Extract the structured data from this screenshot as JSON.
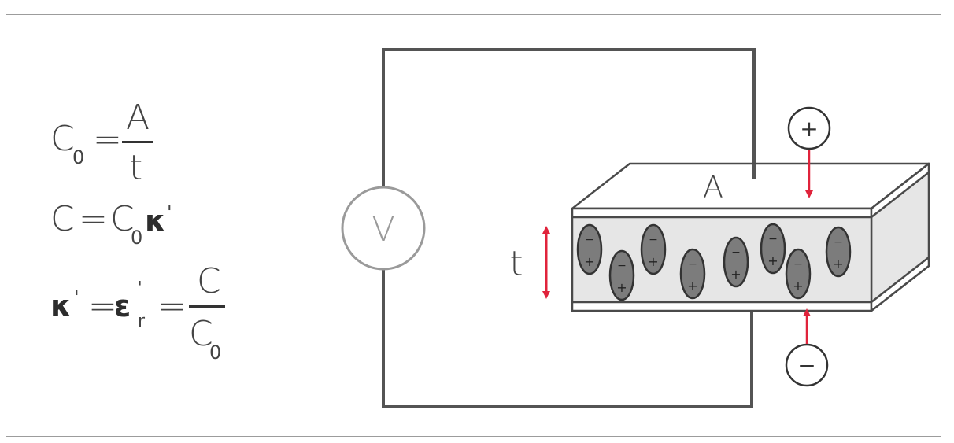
{
  "equations": {
    "eq1": {
      "lhs": "C",
      "lhs_sub": "0",
      "equals": "=",
      "num": "A",
      "den": "t"
    },
    "eq2": {
      "lhs": "C",
      "equals": "=",
      "rhs": "C",
      "rhs_sub": "0",
      "kappa": "κ",
      "prime": "'"
    },
    "eq3": {
      "kappa": "κ",
      "prime": "'",
      "equals1": "=",
      "eps": "ε",
      "eps_sup": "'",
      "eps_sub": "r",
      "equals2": "=",
      "num": "C",
      "den": "C",
      "den_sub": "0"
    }
  },
  "circuit": {
    "voltmeter": "V",
    "area_label": "A",
    "thickness_label": "t",
    "plus_terminal": "+",
    "minus_terminal": "−",
    "dipole_minus": "−",
    "dipole_plus": "+"
  },
  "colors": {
    "wire": "#545454",
    "arrow": "#e0233b",
    "dipole_fill": "#7c7c7c",
    "dielectric": "#e6e6e6",
    "frame": "#9c9c9c"
  }
}
